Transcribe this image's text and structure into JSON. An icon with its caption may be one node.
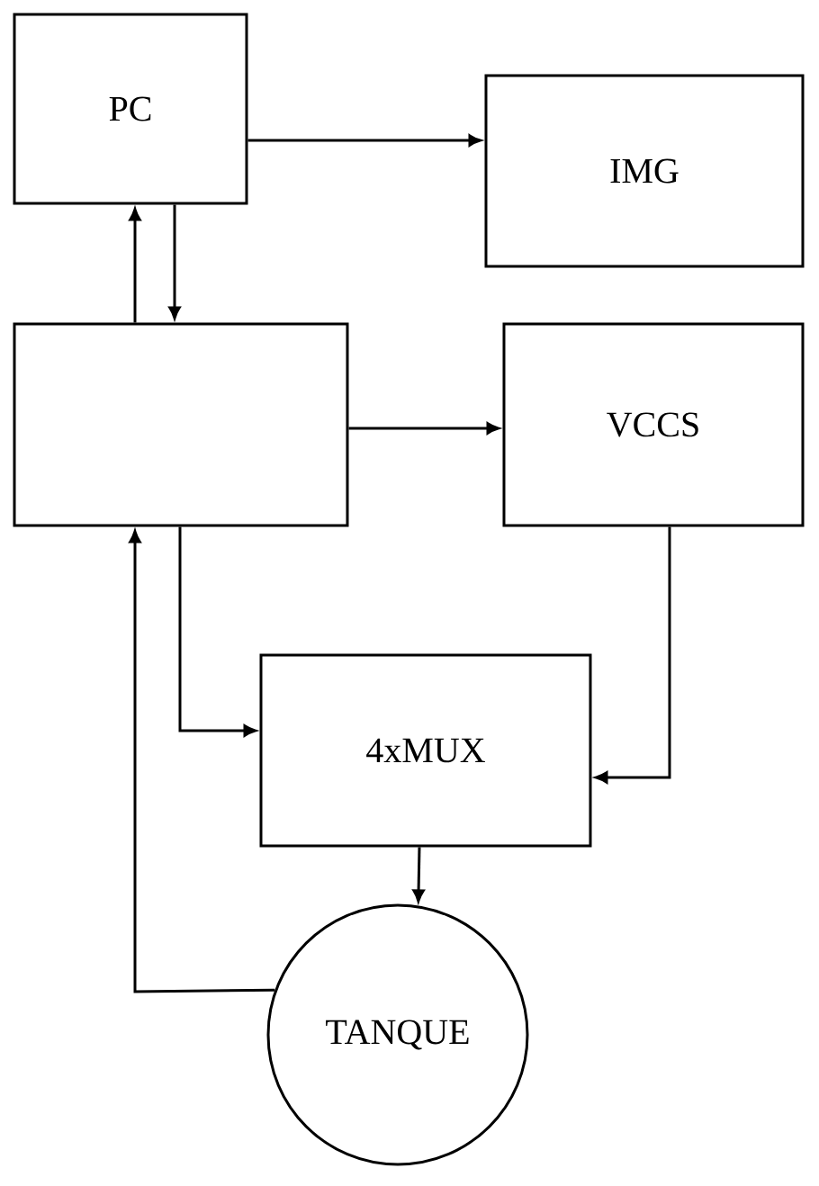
{
  "diagram": {
    "nodes": [
      {
        "text": [
          "PC"
        ]
      },
      {
        "text": [
          "IMG"
        ]
      },
      {
        "text": [],
        "shape": "box"
      },
      {
        "text": [
          "VCCS"
        ]
      },
      {
        "text": [
          "4xMUX"
        ]
      },
      {
        "text": [
          "TANQUE"
        ]
      }
    ],
    "edges": [
      {
        "from": 0,
        "to": 1,
        "arrow": "to"
      },
      {
        "from": 2,
        "to": 0,
        "arrow": "to"
      },
      {
        "from": 0,
        "to": 2,
        "arrow": "to"
      },
      {
        "from": 2,
        "to": 3,
        "arrow": "to"
      },
      {
        "from": 2,
        "to": 4,
        "arrow": "to"
      },
      {
        "from": 3,
        "to": 4,
        "arrow": "to"
      },
      {
        "from": 4,
        "to": 5,
        "arrow": "to"
      },
      {
        "from": 5,
        "to": 2,
        "arrow": "to"
      }
    ]
  }
}
